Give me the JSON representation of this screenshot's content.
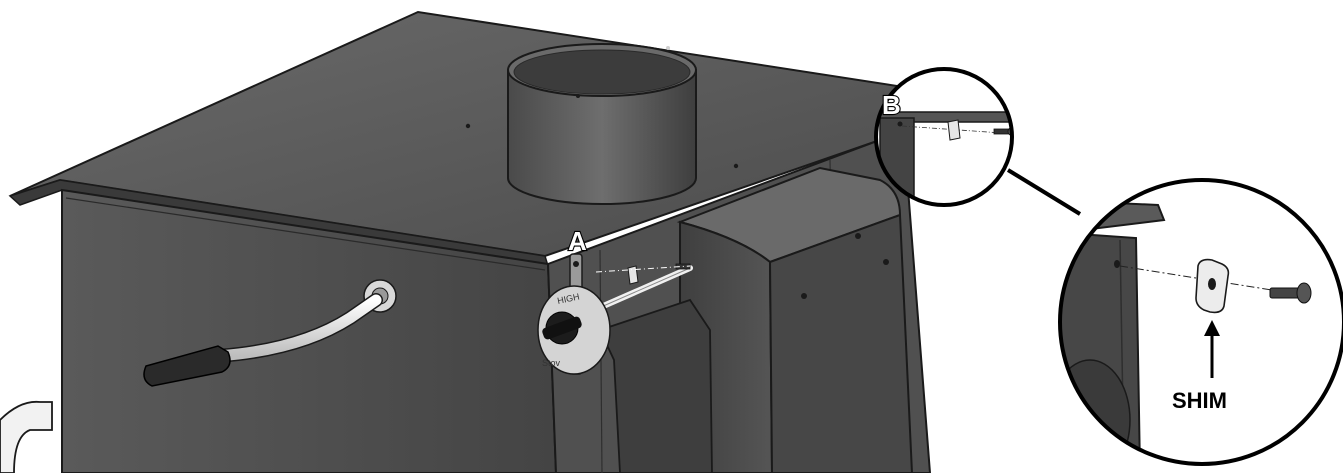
{
  "labels": {
    "callout_a": "A",
    "callout_b": "B",
    "shim": "SHIM"
  },
  "dial_text": {
    "top": "HIGH",
    "bottom": "Stov"
  },
  "colors": {
    "body_dark": "#4a4a4a",
    "top_panel": "#595959",
    "outline": "#1a1a1a",
    "handle_white": "#e8e8e8",
    "background": "#ffffff"
  }
}
